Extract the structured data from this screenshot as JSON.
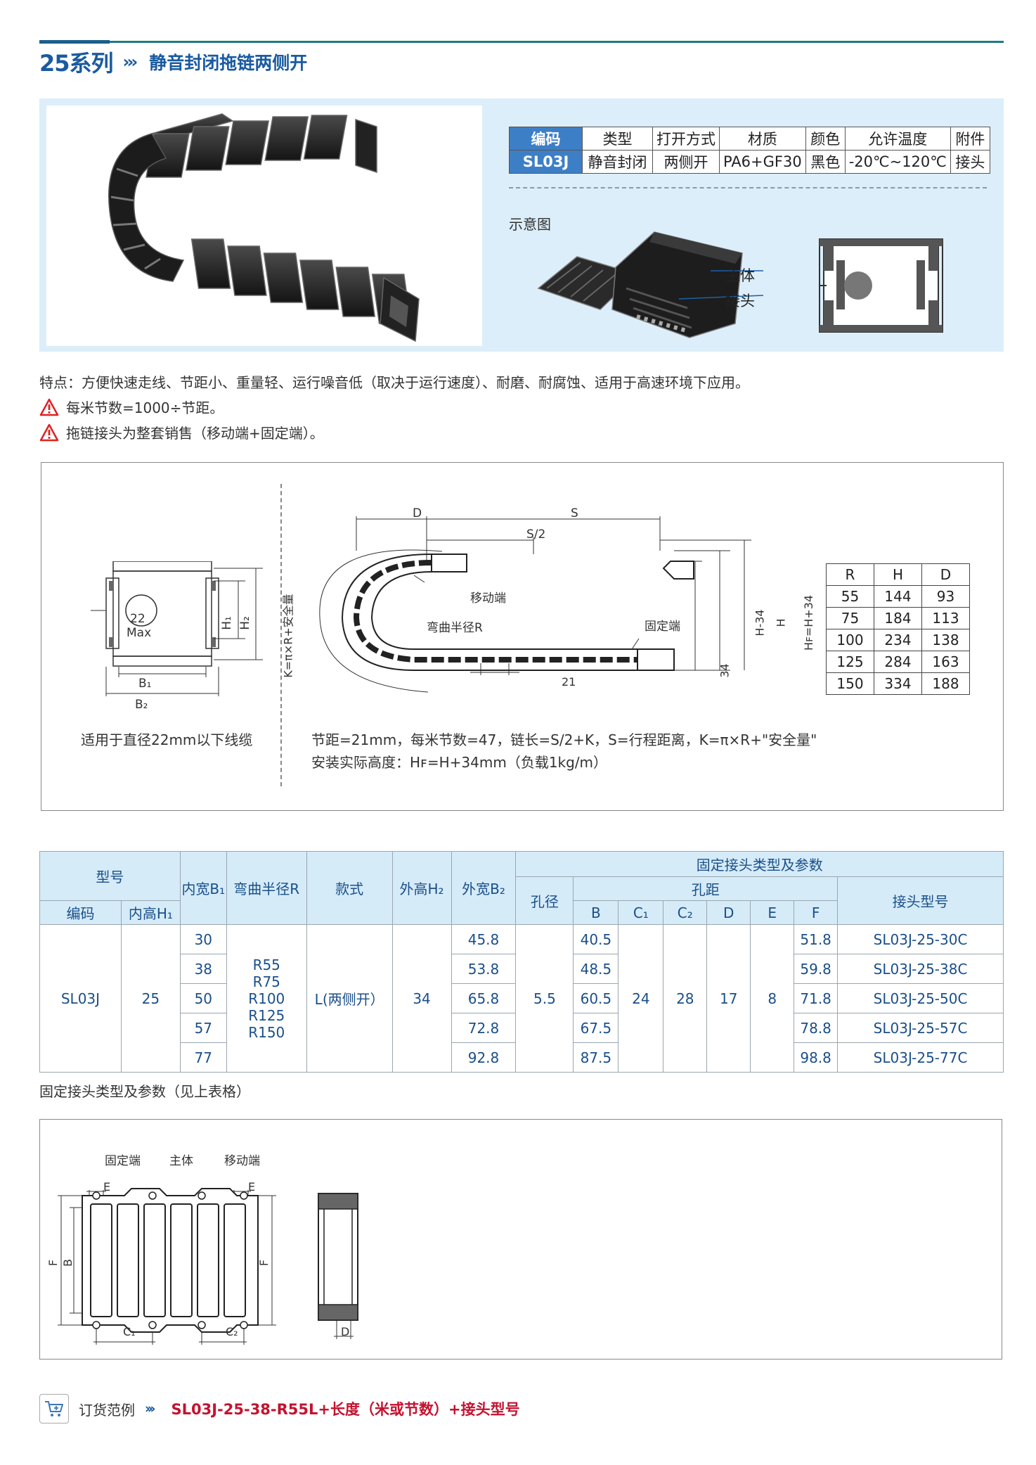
{
  "header": {
    "series": "25系列",
    "arrows": "›››",
    "title": "静音封闭拖链两侧开"
  },
  "spec_table": {
    "headers": [
      "编码",
      "类型",
      "打开方式",
      "材质",
      "颜色",
      "允许温度",
      "附件"
    ],
    "row": [
      "SL03J",
      "静音封闭",
      "两侧开",
      "PA6+GF30",
      "黑色",
      "-20℃~120℃",
      "接头"
    ]
  },
  "schematic": {
    "label": "示意图",
    "callout_body": "主体",
    "callout_joint": "接头"
  },
  "features": {
    "line1": "特点：方便快速走线、节距小、重量轻、运行噪音低（取决于运行速度）、耐磨、耐腐蚀、适用于高速环境下应用。",
    "line2": "每米节数=1000÷节距。",
    "line3": "拖链接头为整套销售（移动端+固定端）。"
  },
  "diagram1": {
    "cross_section": {
      "max_value": "22",
      "max_label": "Max",
      "h1": "H₁",
      "h2": "H₂",
      "b1": "B₁",
      "b2": "B₂",
      "caption": "适用于直径22mm以下线缆"
    },
    "side_view": {
      "d": "D",
      "s": "S",
      "s_half": "S/2",
      "k": "K=π×R+安全量",
      "moving_end": "移动端",
      "bend_radius": "弯曲半径R",
      "fixed_end": "固定端",
      "h_minus": "H-34",
      "h": "H",
      "hf": "Hꜰ=H+34",
      "pitch_dim": "21",
      "height_dim": "34"
    },
    "formula1": "节距=21mm，每米节数=47，链长=S/2+K，S=行程距离，K=π×R+\"安全量\"",
    "formula2": "安装实际高度：Hꜰ=H+34mm（负载1kg/m）",
    "rhd_table": {
      "headers": [
        "R",
        "H",
        "D"
      ],
      "rows": [
        [
          "55",
          "144",
          "93"
        ],
        [
          "75",
          "184",
          "113"
        ],
        [
          "100",
          "234",
          "138"
        ],
        [
          "125",
          "284",
          "163"
        ],
        [
          "150",
          "334",
          "188"
        ]
      ]
    }
  },
  "main_table": {
    "h_model": "型号",
    "h_b1": "内宽B₁",
    "h_radius": "弯曲半径R",
    "h_style": "款式",
    "h_h2": "外高H₂",
    "h_b2": "外宽B₂",
    "h_fixed": "固定接头类型及参数",
    "h_code": "编码",
    "h_h1": "内高H₁",
    "h_hole": "孔径",
    "h_pitch": "孔距",
    "h_joint": "接头型号",
    "h_b": "B",
    "h_c1": "C₁",
    "h_c2": "C₂",
    "h_d": "D",
    "h_e": "E",
    "h_f": "F",
    "code": "SL03J",
    "h1": "25",
    "radius": [
      "R55",
      "R75",
      "R100",
      "R125",
      "R150"
    ],
    "style": "L(两侧开）",
    "h2": "34",
    "hole": "5.5",
    "c1": "24",
    "c2": "28",
    "d": "17",
    "e": "8",
    "rows": [
      {
        "b1": "30",
        "b2": "45.8",
        "b": "40.5",
        "f": "51.8",
        "joint": "SL03J-25-30C"
      },
      {
        "b1": "38",
        "b2": "53.8",
        "b": "48.5",
        "f": "59.8",
        "joint": "SL03J-25-38C"
      },
      {
        "b1": "50",
        "b2": "65.8",
        "b": "60.5",
        "f": "71.8",
        "joint": "SL03J-25-50C"
      },
      {
        "b1": "57",
        "b2": "72.8",
        "b": "67.5",
        "f": "78.8",
        "joint": "SL03J-25-57C"
      },
      {
        "b1": "77",
        "b2": "92.8",
        "b": "87.5",
        "f": "98.8",
        "joint": "SL03J-25-77C"
      }
    ]
  },
  "note_below_table": "固定接头类型及参数（见上表格）",
  "diagram2": {
    "fixed_end": "固定端",
    "body": "主体",
    "moving_end": "移动端",
    "e": "E",
    "f": "F",
    "b": "B",
    "c1": "C₁",
    "c2": "C₂",
    "d": "D"
  },
  "order": {
    "label": "订货范例",
    "arrows": "›››",
    "code": "SL03J-25-38-R55L+长度（米或节数）+接头型号"
  }
}
